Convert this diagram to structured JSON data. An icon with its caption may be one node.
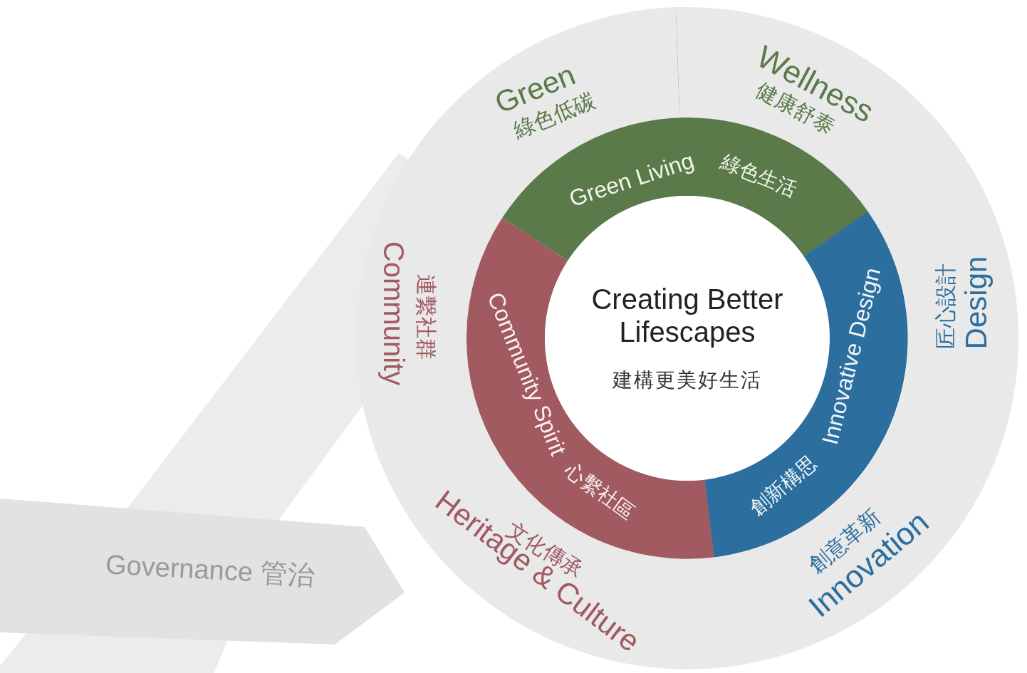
{
  "diagram": {
    "nodes": [
      {
        "text": [
          "Creating Better Lifescapes",
          "建構更美好生活"
        ]
      },
      {
        "text": [
          "Green Living",
          "綠色生活"
        ]
      },
      {
        "text": [
          "Innovative Design",
          "創新構思"
        ]
      },
      {
        "text": [
          "Community Spirit",
          "心繫社區"
        ]
      },
      {
        "text": [
          "Green",
          "綠色低碳"
        ]
      },
      {
        "text": [
          "Wellness",
          "健康舒泰"
        ]
      },
      {
        "text": [
          "匠心設計",
          "Design"
        ]
      },
      {
        "text": [
          "創意革新",
          "Innovation"
        ]
      },
      {
        "text": [
          "文化傳承",
          "Heritage & Culture"
        ]
      },
      {
        "text": [
          "連繫社群",
          "Community"
        ]
      },
      {
        "text": [
          "Governance 管治"
        ]
      }
    ],
    "edges": []
  }
}
